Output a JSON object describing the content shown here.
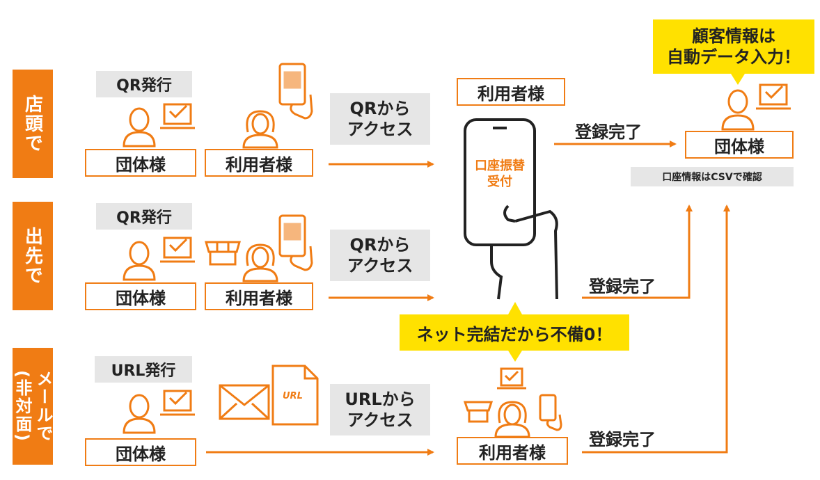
{
  "rows": {
    "store": {
      "side_label": "店頭で",
      "issue_label": "QR発行",
      "group_label": "団体様",
      "user_label": "利用者様",
      "access_label": "QRから\nアクセス"
    },
    "visit": {
      "side_label": "出先で",
      "issue_label": "QR発行",
      "group_label": "団体様",
      "user_label": "利用者様",
      "access_label": "QRから\nアクセス"
    },
    "mail": {
      "side_label": "メールで\n(非対面)",
      "issue_label": "URL発行",
      "group_label": "団体様",
      "user_label": "利用者様",
      "access_label": "URLから\nアクセス",
      "url_doc_label": "URL"
    }
  },
  "center": {
    "user_label": "利用者様",
    "phone_text": "口座振替\n受付"
  },
  "right": {
    "group_label": "団体様",
    "csv_note": "口座情報はCSVで確認",
    "callout": "顧客情報は\n自動データ入力！"
  },
  "registration": {
    "label1": "登録完了",
    "label2": "登録完了",
    "label3": "登録完了"
  },
  "bottom_callout": "ネット完結だから不備0！",
  "colors": {
    "accent": "#f07c14",
    "highlight": "#ffe100",
    "gray": "#e6e6e6"
  }
}
